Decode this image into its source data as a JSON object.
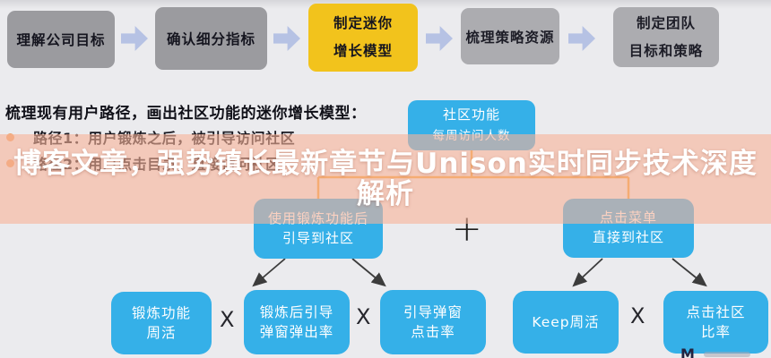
{
  "slide": {
    "top_flow": {
      "steps": [
        {
          "label": "理解公司目标"
        },
        {
          "label": "确认细分指标"
        },
        {
          "label": "制定迷你\n增长模型"
        },
        {
          "label": "梳理策略资源"
        },
        {
          "label": "制定团队\n目标和策略"
        }
      ]
    },
    "notes": {
      "heading": "梳理现有用户路径，画出社区功能的迷你增长模型：",
      "bullets": [
        {
          "text": "路径1：用户锻炼之后，被引导访问社区"
        },
        {
          "text": "路径2：用户点击目录，直接访问社区"
        }
      ]
    },
    "model": {
      "root_title": "社区功能",
      "root_subtitle": "每周访问人数",
      "branch_left": "使用锻炼功能后\n引导到社区",
      "branch_right": "点击菜单\n直接到社区",
      "plus": "+",
      "times": "X",
      "metrics": [
        {
          "label": "锻炼功能\n周活"
        },
        {
          "label": "锻炼后引导\n弹窗弹出率"
        },
        {
          "label": "引导弹窗\n点击率"
        },
        {
          "label": "Keep周活"
        },
        {
          "label": "点击社区\n比率"
        }
      ]
    }
  },
  "overlay": {
    "title_line1": "博客文章，强势镇长最新章节与Unison实时同步技术深度",
    "title_line2": "解析"
  },
  "watermark": {
    "logo": "M"
  },
  "colors": {
    "background": "#ebebee",
    "gray_box": "#9b9b9f",
    "gray_box_light": "#acacb0",
    "yellow_box": "#f2c31c",
    "blue_box": "#35b0e8",
    "flow_arrow_blue": "#b6c2e4",
    "orange_connector": "#f0a43c",
    "diagonal_arrow": "#3c3c3c",
    "overlay_band": "rgba(248,178,152,0.6)",
    "title_text": "#ffffff"
  }
}
